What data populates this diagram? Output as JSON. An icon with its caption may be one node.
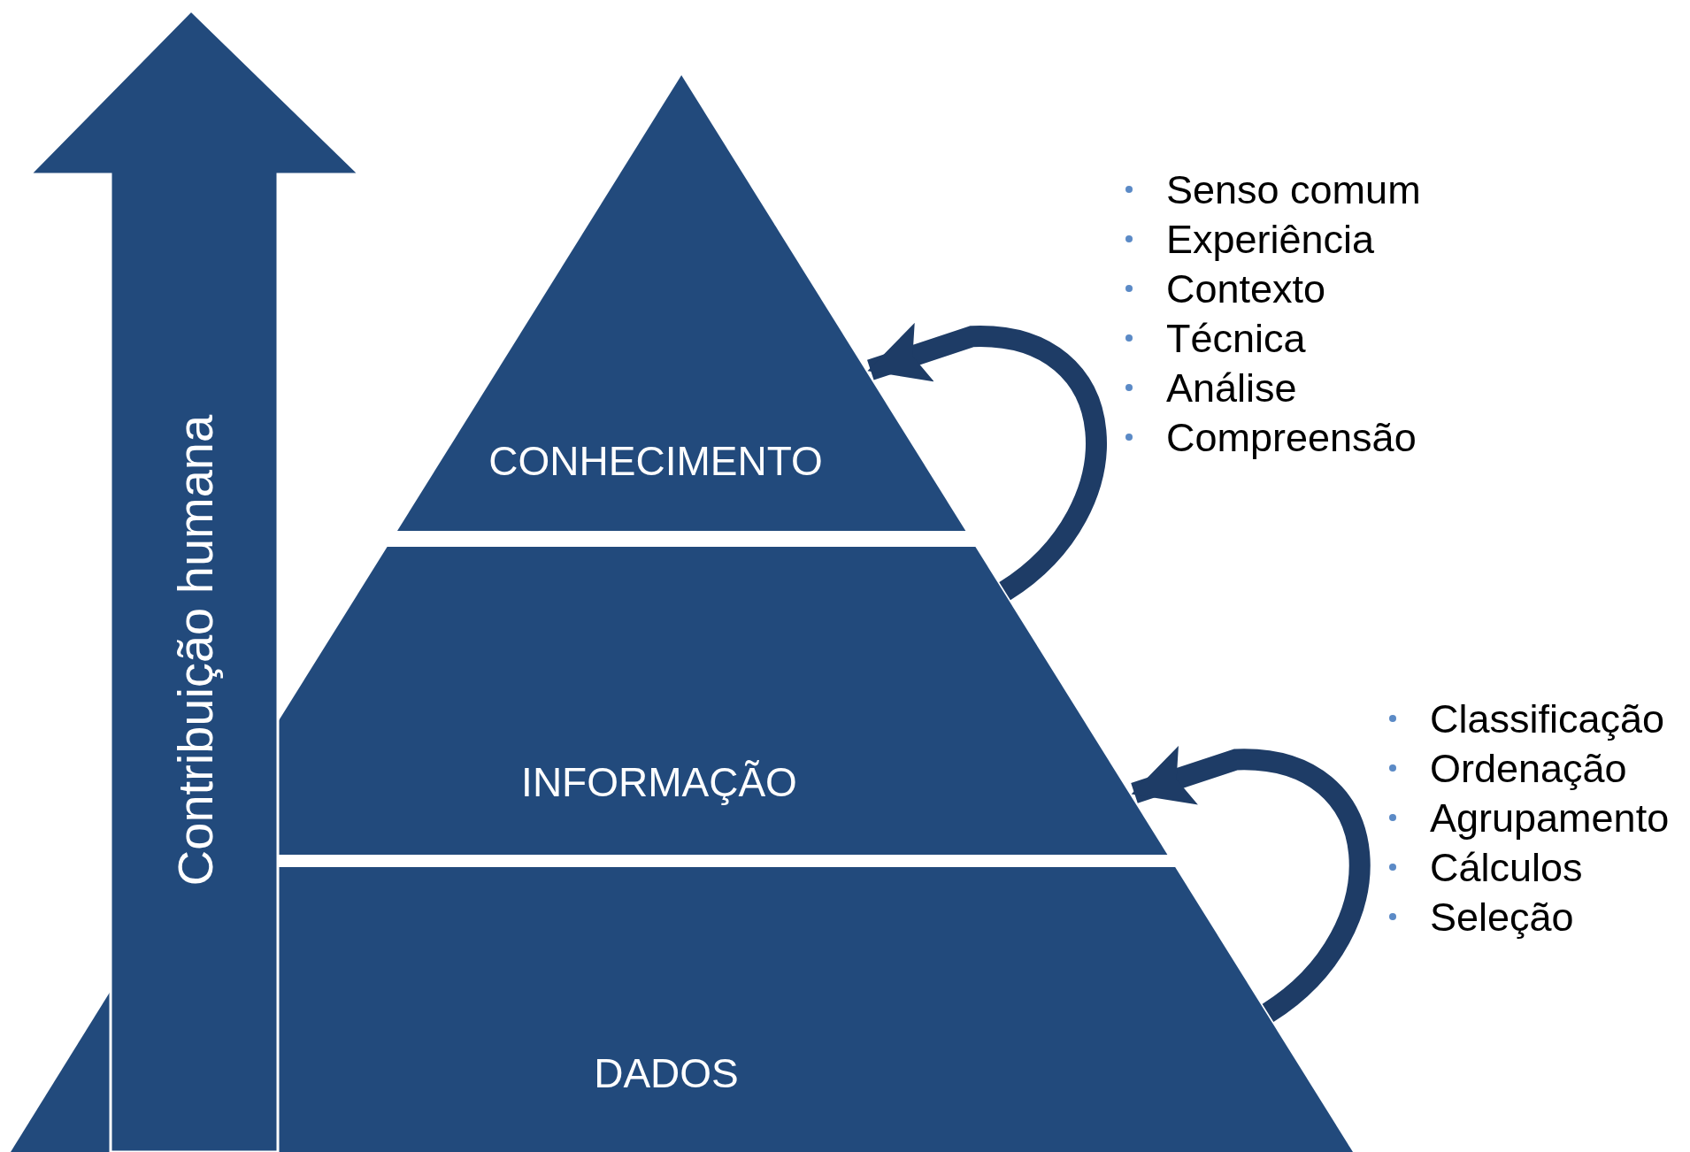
{
  "diagram": {
    "nodes": [
      {
        "text": [
          "Contribuição humana"
        ]
      },
      {
        "text": [
          "CONHECIMENTO"
        ]
      },
      {
        "text": [
          "INFORMAÇÃO"
        ]
      },
      {
        "text": [
          "DADOS"
        ]
      }
    ],
    "edges": [
      {
        "from": 2,
        "to": 1,
        "arrow": "to"
      },
      {
        "from": 3,
        "to": 2,
        "arrow": "to"
      }
    ],
    "labels": [
      "Senso comum",
      "Experiência",
      "Contexto",
      "Técnica",
      "Análise",
      "Compreensão",
      "Classificação",
      "Ordenação",
      "Agrupamento",
      "Cálculos",
      "Seleção"
    ]
  }
}
